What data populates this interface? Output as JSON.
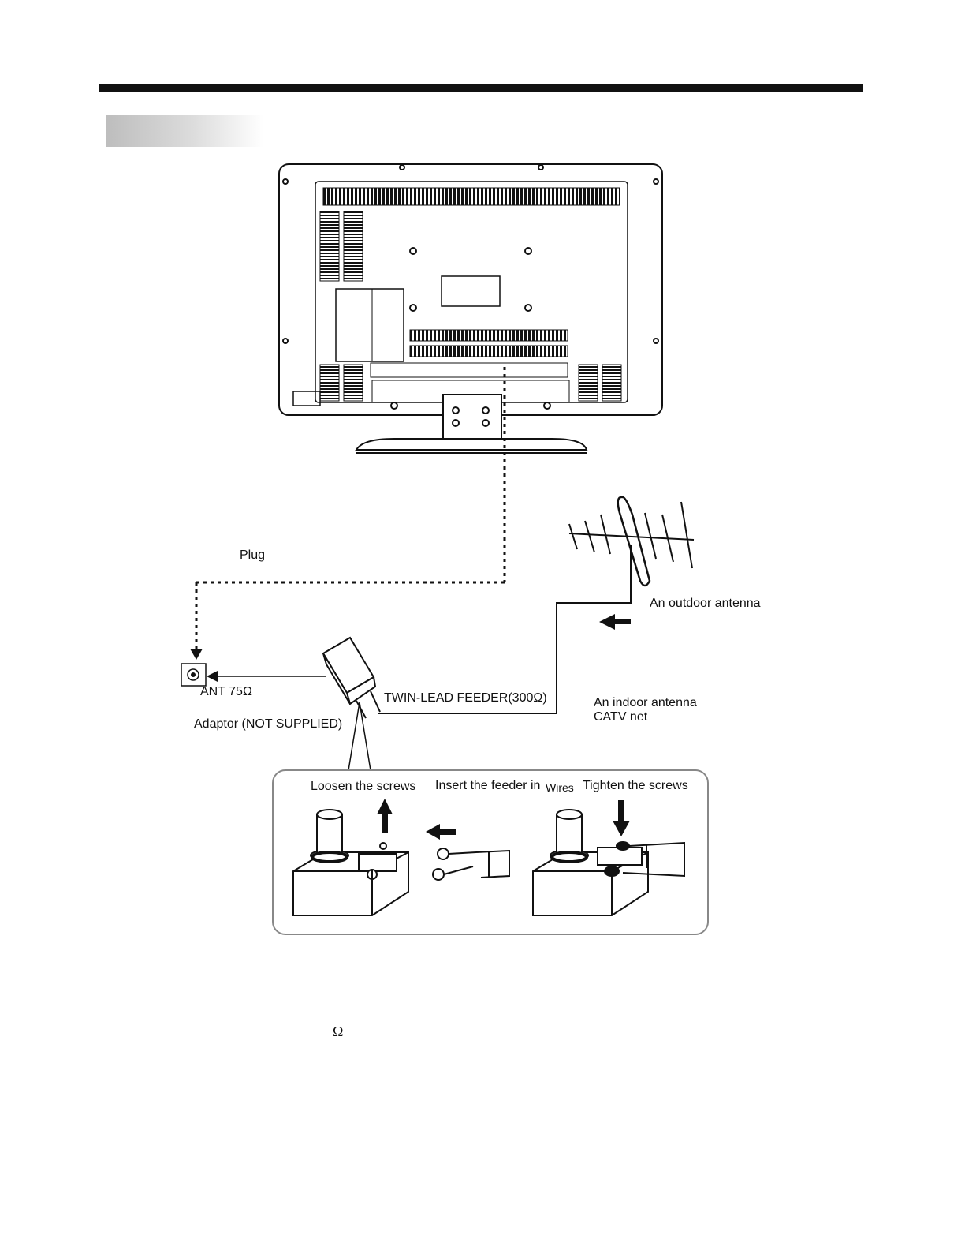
{
  "labels": {
    "plug": "Plug",
    "outdoor_antenna": "An outdoor antenna",
    "ant_port": "ANT 75Ω",
    "twin_lead": "TWIN-LEAD FEEDER(300Ω)",
    "indoor_antenna": "An indoor antenna",
    "catv_net": "CATV net",
    "adaptor": "Adaptor  (NOT SUPPLIED)",
    "step_loosen": "Loosen the screws",
    "step_insert": "Insert the feeder in",
    "step_wires": "Wires",
    "step_tighten": "Tighten the screws",
    "omega_symbol": "Ω"
  }
}
